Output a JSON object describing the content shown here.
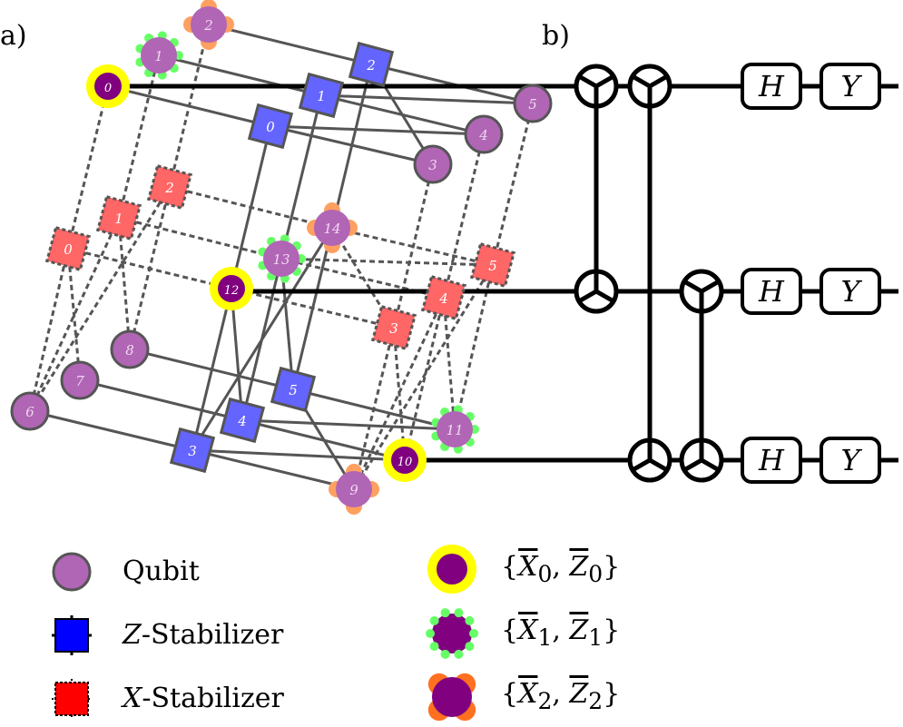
{
  "panels": {
    "a": "a)",
    "b": "b)"
  },
  "colors": {
    "qubit": "#b065b5",
    "logical": "#800080",
    "z_stab": "#6464ff",
    "x_stab": "#ff6666",
    "yellow": "#ffff00",
    "green": "#66ff66",
    "orange": "#ffa060",
    "edge": "#555555"
  },
  "qubits": [
    "0",
    "1",
    "2",
    "3",
    "4",
    "5",
    "6",
    "7",
    "8",
    "9",
    "10",
    "11",
    "12",
    "13",
    "14"
  ],
  "z_stabilizers": [
    "0",
    "1",
    "2",
    "3",
    "4",
    "5"
  ],
  "x_stabilizers": [
    "0",
    "1",
    "2",
    "3",
    "4",
    "5"
  ],
  "logical_groups": {
    "group0": [
      "0",
      "10",
      "12"
    ],
    "group1": [
      "1",
      "11",
      "13"
    ],
    "group2": [
      "2",
      "9",
      "14"
    ]
  },
  "z_edges": {
    "0": [
      "0",
      "3",
      "4",
      "12"
    ],
    "1": [
      "1",
      "4",
      "5",
      "13"
    ],
    "2": [
      "2",
      "3",
      "5",
      "14"
    ],
    "3": [
      "6",
      "9",
      "10",
      "12",
      "14"
    ],
    "4": [
      "7",
      "10",
      "11",
      "12",
      "13"
    ],
    "5": [
      "8",
      "9",
      "11",
      "13",
      "14"
    ]
  },
  "x_edges": {
    "0": [
      "0",
      "6",
      "7",
      "12"
    ],
    "1": [
      "1",
      "6",
      "8",
      "13"
    ],
    "2": [
      "2",
      "6",
      "8",
      "14"
    ],
    "3": [
      "3",
      "9",
      "10",
      "12",
      "14"
    ],
    "4": [
      "4",
      "9",
      "10",
      "11",
      "13"
    ],
    "5": [
      "5",
      "11",
      "13",
      "14",
      "9"
    ]
  },
  "circuit": {
    "gates": [
      "H",
      "Y"
    ]
  },
  "legend": {
    "qubit": "Qubit",
    "z_stab_var": "Z",
    "z_stab": "-Stabilizer",
    "x_stab_var": "X",
    "x_stab": "-Stabilizer",
    "l0": [
      "X",
      "0",
      "Z",
      "0"
    ],
    "l1": [
      "X",
      "1",
      "Z",
      "1"
    ],
    "l2": [
      "X",
      "2",
      "Z",
      "2"
    ]
  }
}
